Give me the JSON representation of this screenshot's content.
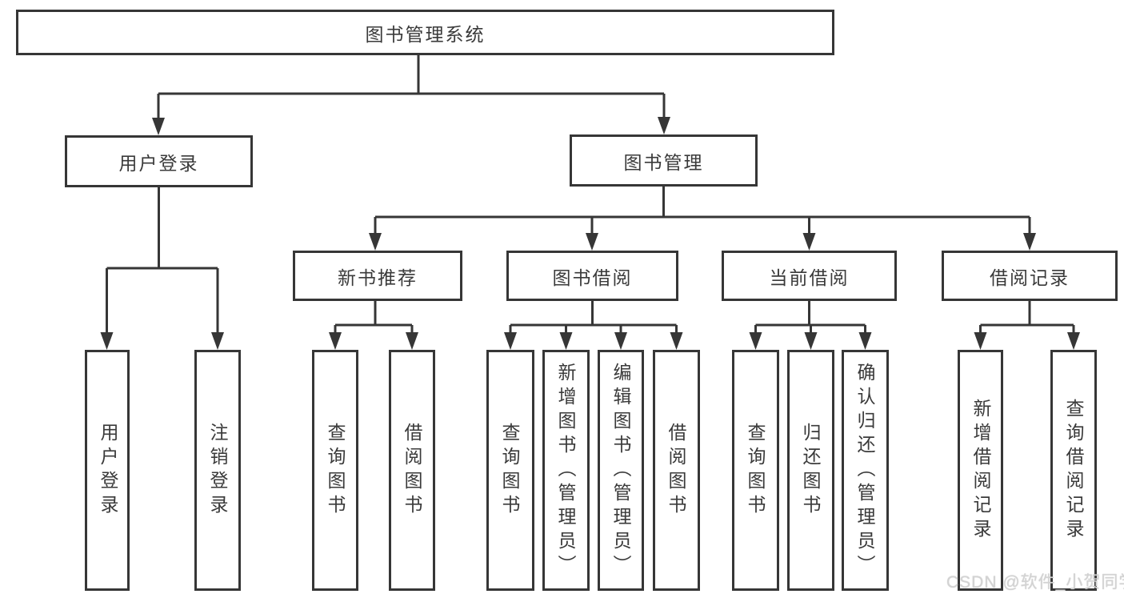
{
  "watermark": "CSDN @软件_小贺同学",
  "colors": {
    "line": "#363636",
    "box_border": "#363636",
    "text": "#3a3a3a",
    "watermark": "#d3d3d3",
    "background": "#ffffff"
  },
  "tree": {
    "root": "图书管理系统",
    "level2": [
      {
        "label": "用户登录",
        "children": [
          "用户登录",
          "注销登录"
        ]
      },
      {
        "label": "图书管理",
        "children": []
      }
    ],
    "level3": [
      {
        "label": "新书推荐",
        "children": [
          "查询图书",
          "借阅图书"
        ]
      },
      {
        "label": "图书借阅",
        "children": [
          "查询图书",
          "新增图书（管理员）",
          "编辑图书（管理员）",
          "借阅图书"
        ]
      },
      {
        "label": "当前借阅",
        "children": [
          "查询图书",
          "归还图书",
          "确认归还（管理员）"
        ]
      },
      {
        "label": "借阅记录",
        "children": [
          "新增借阅记录",
          "查询借阅记录"
        ]
      }
    ]
  }
}
